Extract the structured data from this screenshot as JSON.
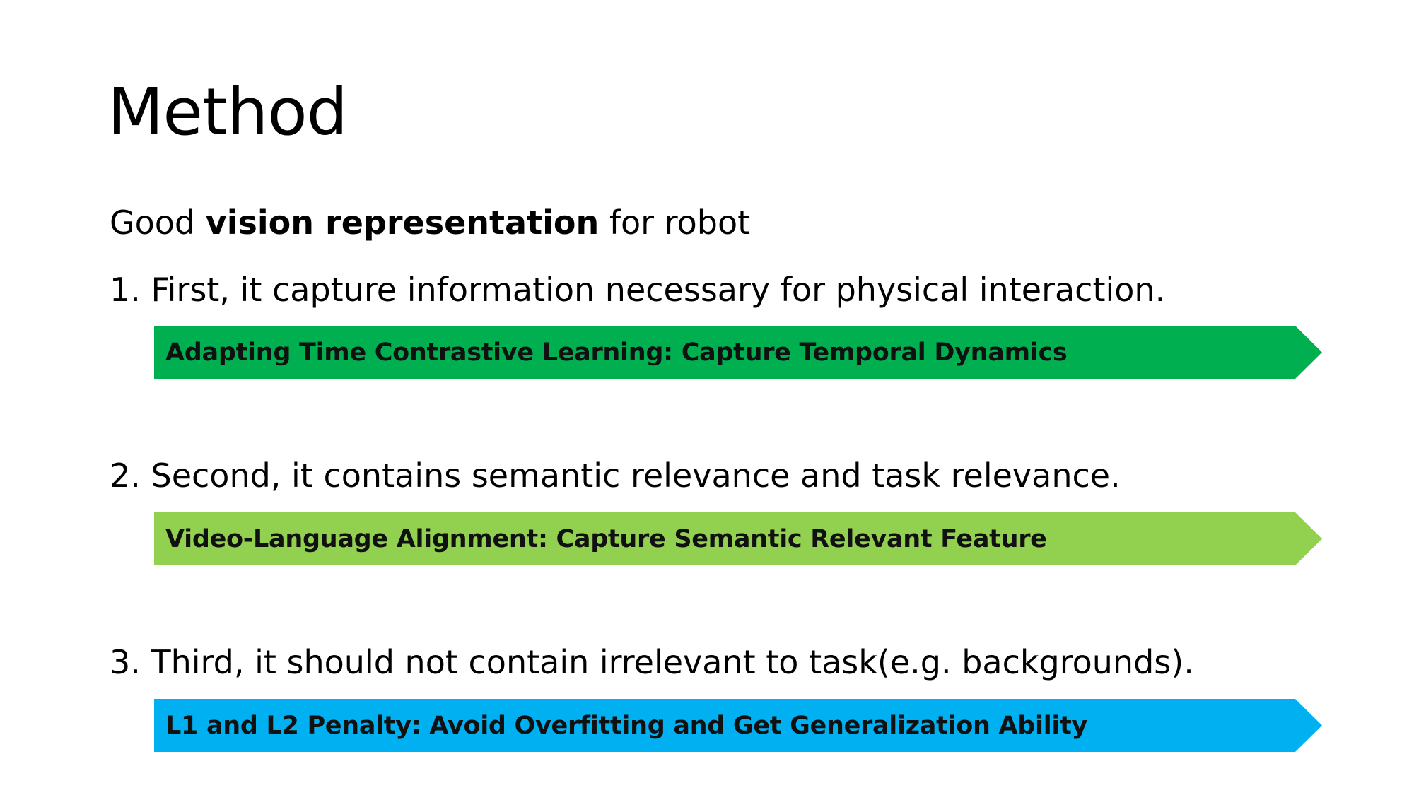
{
  "slide": {
    "title": "Method",
    "intro": {
      "prefix": "Good ",
      "bold": "vision representation",
      "suffix": " for robot"
    },
    "points": [
      {
        "text": "1. First, it capture information necessary for physical interaction.",
        "arrow_label": "Adapting Time Contrastive Learning: Capture Temporal Dynamics",
        "arrow_color": "#00B050"
      },
      {
        "text": "2. Second, it contains semantic relevance and task relevance.",
        "arrow_label": "Video-Language Alignment: Capture Semantic Relevant Feature",
        "arrow_color": "#92D050"
      },
      {
        "text": "3. Third, it should not contain irrelevant to task(e.g. backgrounds).",
        "arrow_label": "L1 and L2 Penalty: Avoid Overfitting and Get Generalization Ability",
        "arrow_color": "#00B0F0"
      }
    ]
  }
}
